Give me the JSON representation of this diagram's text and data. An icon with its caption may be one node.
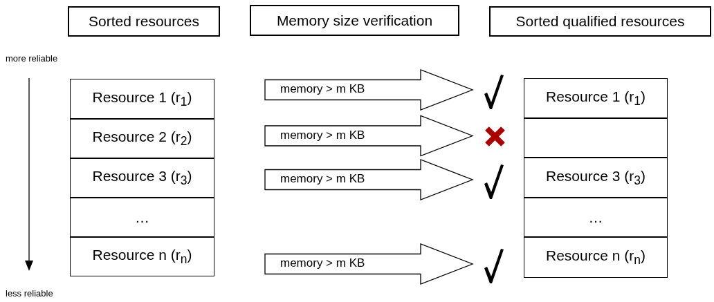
{
  "diagram": {
    "nodes": [
      {
        "text": [
          "Sorted resources"
        ]
      },
      {
        "text": [
          "Memory size verification"
        ]
      },
      {
        "text": [
          "Sorted qualified resources"
        ]
      },
      {
        "text": [
          "Resource 1 (r$_{1}$)"
        ]
      },
      {
        "text": [
          "Resource 2 (r$_{2}$)"
        ]
      },
      {
        "text": [
          "Resource 3 (r$_{3}$)"
        ]
      },
      {
        "text": [
          "…"
        ]
      },
      {
        "text": [
          "Resource n (r$_{n}$)"
        ]
      },
      {
        "text": [],
        "shape": "check"
      },
      {
        "text": [],
        "shape": "cross"
      },
      {
        "text": [],
        "shape": "check"
      },
      {
        "text": [],
        "shape": "check"
      },
      {
        "text": [
          "Resource 1 (r$_{1}$)"
        ]
      },
      {
        "text": [],
        "shape": "box"
      },
      {
        "text": [
          "Resource 3 (r$_{3}$)"
        ]
      },
      {
        "text": [
          "…"
        ]
      },
      {
        "text": [
          "Resource n (r$_{n}$)"
        ]
      }
    ],
    "edges": [
      {
        "from": null,
        "to": 8,
        "arrow": "to",
        "label": "memory > m KB",
        "style": "thick"
      },
      {
        "from": null,
        "to": 9,
        "arrow": "to",
        "label": "memory > m KB",
        "style": "thick"
      },
      {
        "from": null,
        "to": 10,
        "arrow": "to",
        "label": "memory > m KB",
        "style": "thick"
      },
      {
        "from": null,
        "to": 11,
        "arrow": "to",
        "label": "memory > m KB",
        "style": "thick"
      }
    ],
    "labels": [
      "more reliable",
      "less reliable"
    ]
  }
}
